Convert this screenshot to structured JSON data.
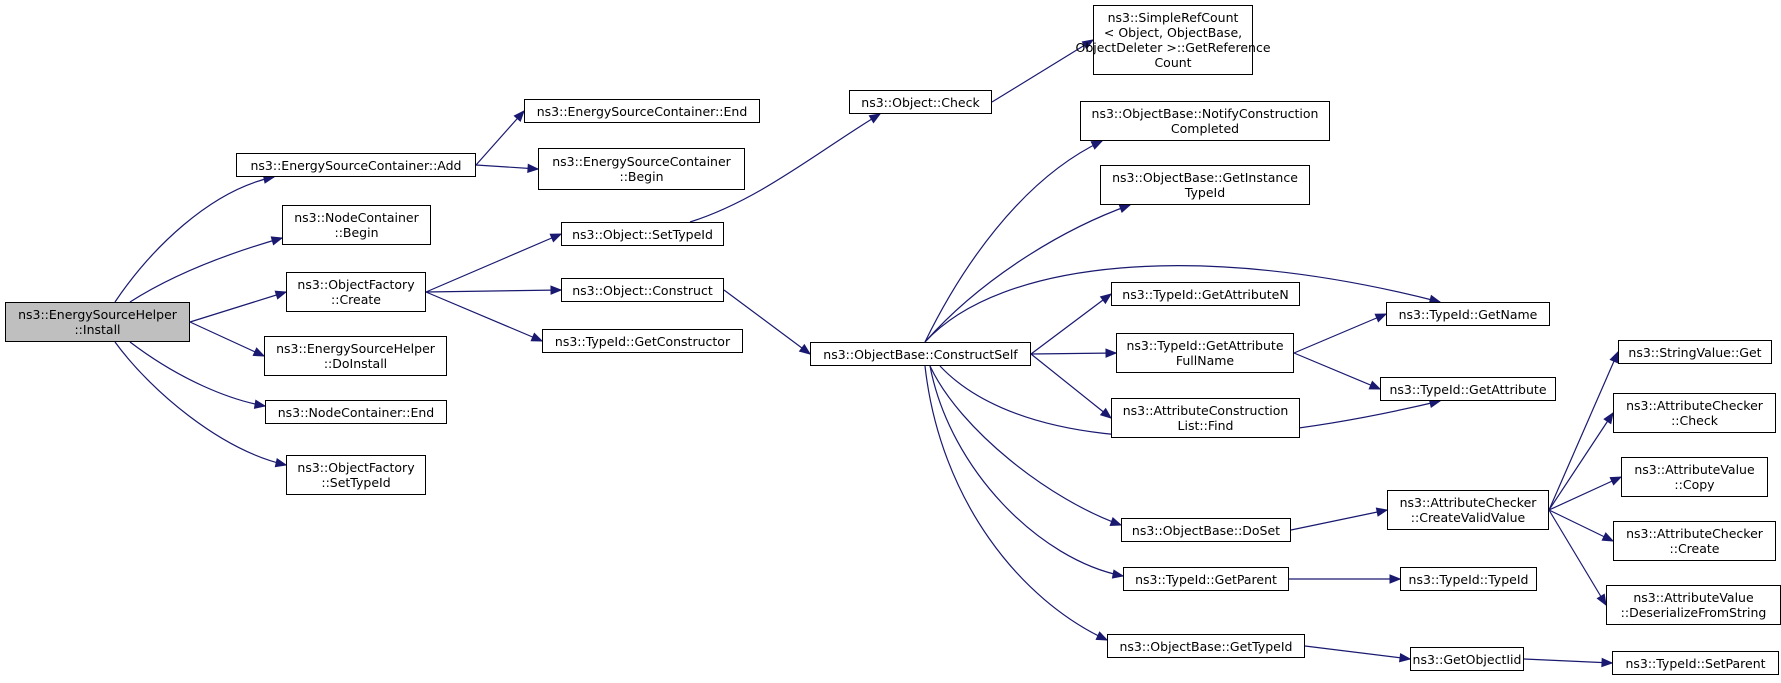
{
  "colors": {
    "edge": "#191970",
    "root_fill": "#bfbfbf",
    "node_fill": "#ffffff",
    "border": "#000000"
  },
  "nodes": [
    {
      "id": "install",
      "lines": [
        "ns3::EnergySourceHelper",
        "::Install"
      ],
      "root": true
    },
    {
      "id": "esc_add",
      "lines": [
        "ns3::EnergySourceContainer::Add"
      ]
    },
    {
      "id": "esc_end",
      "lines": [
        "ns3::EnergySourceContainer::End"
      ]
    },
    {
      "id": "esc_begin",
      "lines": [
        "ns3::EnergySourceContainer",
        "::Begin"
      ]
    },
    {
      "id": "nc_begin",
      "lines": [
        "ns3::NodeContainer",
        "::Begin"
      ]
    },
    {
      "id": "of_create",
      "lines": [
        "ns3::ObjectFactory",
        "::Create"
      ]
    },
    {
      "id": "esh_doinstall",
      "lines": [
        "ns3::EnergySourceHelper",
        "::DoInstall"
      ]
    },
    {
      "id": "nc_end",
      "lines": [
        "ns3::NodeContainer::End"
      ]
    },
    {
      "id": "of_settypeid",
      "lines": [
        "ns3::ObjectFactory",
        "::SetTypeId"
      ]
    },
    {
      "id": "obj_check",
      "lines": [
        "ns3::Object::Check"
      ]
    },
    {
      "id": "obj_settypeid",
      "lines": [
        "ns3::Object::SetTypeId"
      ]
    },
    {
      "id": "obj_construct",
      "lines": [
        "ns3::Object::Construct"
      ]
    },
    {
      "id": "tid_getconstructor",
      "lines": [
        "ns3::TypeId::GetConstructor"
      ]
    },
    {
      "id": "ob_constructself",
      "lines": [
        "ns3::ObjectBase::ConstructSelf"
      ]
    },
    {
      "id": "src_getrefcount",
      "lines": [
        "ns3::SimpleRefCount",
        "< Object, ObjectBase,",
        "ObjectDeleter >::GetReference",
        "Count"
      ]
    },
    {
      "id": "ob_notify",
      "lines": [
        "ns3::ObjectBase::NotifyConstruction",
        "Completed"
      ]
    },
    {
      "id": "ob_getinstancetypeid",
      "lines": [
        "ns3::ObjectBase::GetInstance",
        "TypeId"
      ]
    },
    {
      "id": "tid_getattributen",
      "lines": [
        "ns3::TypeId::GetAttributeN"
      ]
    },
    {
      "id": "tid_getattributefullname",
      "lines": [
        "ns3::TypeId::GetAttribute",
        "FullName"
      ]
    },
    {
      "id": "acl_find",
      "lines": [
        "ns3::AttributeConstruction",
        "List::Find"
      ]
    },
    {
      "id": "ob_doset",
      "lines": [
        "ns3::ObjectBase::DoSet"
      ]
    },
    {
      "id": "tid_getparent",
      "lines": [
        "ns3::TypeId::GetParent"
      ]
    },
    {
      "id": "ob_gettypeid",
      "lines": [
        "ns3::ObjectBase::GetTypeId"
      ]
    },
    {
      "id": "tid_getname",
      "lines": [
        "ns3::TypeId::GetName"
      ]
    },
    {
      "id": "tid_getattribute",
      "lines": [
        "ns3::TypeId::GetAttribute"
      ]
    },
    {
      "id": "ac_createvalidvalue",
      "lines": [
        "ns3::AttributeChecker",
        "::CreateValidValue"
      ]
    },
    {
      "id": "tid_typeid",
      "lines": [
        "ns3::TypeId::TypeId"
      ]
    },
    {
      "id": "getobjectiid",
      "lines": [
        "ns3::GetObjectIid"
      ]
    },
    {
      "id": "sv_get",
      "lines": [
        "ns3::StringValue::Get"
      ]
    },
    {
      "id": "ac_check",
      "lines": [
        "ns3::AttributeChecker",
        "::Check"
      ]
    },
    {
      "id": "av_copy",
      "lines": [
        "ns3::AttributeValue",
        "::Copy"
      ]
    },
    {
      "id": "ac_create",
      "lines": [
        "ns3::AttributeChecker",
        "::Create"
      ]
    },
    {
      "id": "av_deserialize",
      "lines": [
        "ns3::AttributeValue",
        "::DeserializeFromString"
      ]
    },
    {
      "id": "tid_setparent",
      "lines": [
        "ns3::TypeId::SetParent"
      ]
    }
  ],
  "edges": [
    [
      "install",
      "esc_add"
    ],
    [
      "install",
      "nc_begin"
    ],
    [
      "install",
      "of_create"
    ],
    [
      "install",
      "esh_doinstall"
    ],
    [
      "install",
      "nc_end"
    ],
    [
      "install",
      "of_settypeid"
    ],
    [
      "esc_add",
      "esc_end"
    ],
    [
      "esc_add",
      "esc_begin"
    ],
    [
      "of_create",
      "obj_settypeid"
    ],
    [
      "of_create",
      "obj_construct"
    ],
    [
      "of_create",
      "tid_getconstructor"
    ],
    [
      "obj_settypeid",
      "obj_check"
    ],
    [
      "obj_check",
      "src_getrefcount"
    ],
    [
      "obj_construct",
      "ob_constructself"
    ],
    [
      "ob_constructself",
      "ob_notify"
    ],
    [
      "ob_constructself",
      "ob_getinstancetypeid"
    ],
    [
      "ob_constructself",
      "tid_getname"
    ],
    [
      "ob_constructself",
      "tid_getattributen"
    ],
    [
      "ob_constructself",
      "tid_getattributefullname"
    ],
    [
      "ob_constructself",
      "acl_find"
    ],
    [
      "ob_constructself",
      "tid_getattribute"
    ],
    [
      "ob_constructself",
      "ob_doset"
    ],
    [
      "ob_constructself",
      "tid_getparent"
    ],
    [
      "ob_constructself",
      "ob_gettypeid"
    ],
    [
      "tid_getattributefullname",
      "tid_getname"
    ],
    [
      "tid_getattributefullname",
      "tid_getattribute"
    ],
    [
      "ob_doset",
      "ac_createvalidvalue"
    ],
    [
      "ac_createvalidvalue",
      "sv_get"
    ],
    [
      "ac_createvalidvalue",
      "ac_check"
    ],
    [
      "ac_createvalidvalue",
      "av_copy"
    ],
    [
      "ac_createvalidvalue",
      "ac_create"
    ],
    [
      "ac_createvalidvalue",
      "av_deserialize"
    ],
    [
      "tid_getparent",
      "tid_typeid"
    ],
    [
      "ob_gettypeid",
      "getobjectiid"
    ],
    [
      "getobjectiid",
      "tid_setparent"
    ]
  ]
}
